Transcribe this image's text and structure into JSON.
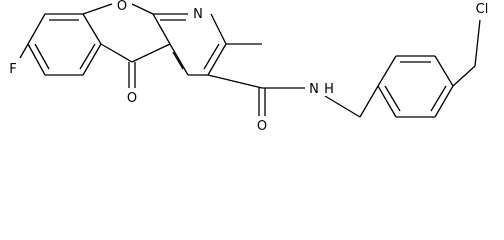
{
  "structure": {
    "atoms": {
      "fluorine": "F",
      "ring_oxygen": "O",
      "ring_nitrogen": "N",
      "carbonyl_oxygen": "O",
      "amide_oxygen": "O",
      "amide_nitrogen": "N",
      "amide_hydrogen": "H",
      "chlorine": "Cl"
    }
  }
}
